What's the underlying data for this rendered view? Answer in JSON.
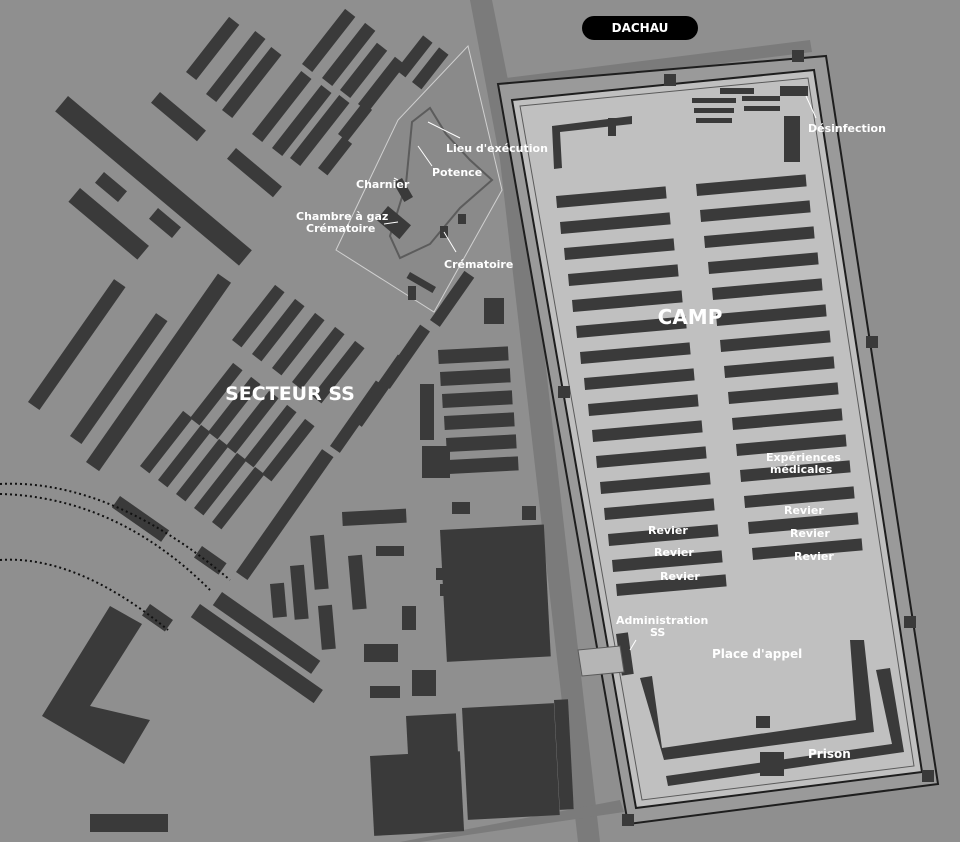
{
  "title": "DACHAU",
  "colors": {
    "ground": "#8f8f8f",
    "camp_ground": "#c0c0c0",
    "building": "#3a3a3a",
    "road": "#7b7b7b",
    "wall": "#1e1e1e",
    "label": "#ffffff"
  },
  "labels": {
    "camp": "CAMP",
    "ss_sector": "SECTEUR SS",
    "desinfection": "Désinfection",
    "execution_site": "Lieu d'exécution",
    "gallows": "Potence",
    "mass_grave": "Charnier",
    "gas_chamber": "Chambre à gaz",
    "crematorium_1": "Crématoire",
    "crematorium_2": "Crématoire",
    "medical_experiments_line1": "Expériences",
    "medical_experiments_line2": "médicales",
    "revier_left_1": "Revier",
    "revier_left_2": "Revier",
    "revier_left_3": "Revier",
    "revier_right_1": "Revier",
    "revier_right_2": "Revier",
    "revier_right_3": "Revier",
    "administration_line1": "Administration",
    "administration_line2": "SS",
    "roll_call_square": "Place d'appel",
    "prison": "Prison"
  }
}
